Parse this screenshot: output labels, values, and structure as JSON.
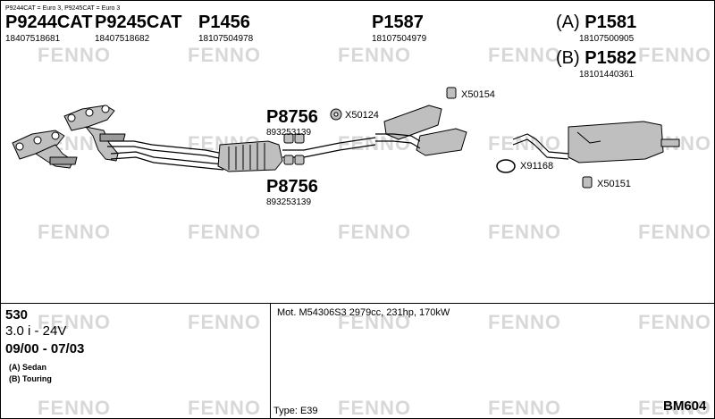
{
  "watermark": "FENNO",
  "header_note": "P9244CAT = Euro 3, P9245CAT = Euro 3",
  "parts": {
    "p9244": {
      "number": "P9244CAT",
      "oem": "18407518681"
    },
    "p9245": {
      "number": "P9245CAT",
      "oem": "18407518682"
    },
    "p1456": {
      "number": "P1456",
      "oem": "18107504978"
    },
    "p1587": {
      "number": "P1587",
      "oem": "18107504979"
    },
    "p1581": {
      "prefix": "(A)",
      "number": "P1581",
      "oem": "18107500905"
    },
    "p1582": {
      "prefix": "(B)",
      "number": "P1582",
      "oem": "18101440361"
    },
    "p8756_top": {
      "number": "P8756",
      "oem": "893253139"
    },
    "p8756_bottom": {
      "number": "P8756",
      "oem": "893253139"
    }
  },
  "fittings": {
    "x50154": "X50154",
    "x50124": "X50124",
    "x91168": "X91168",
    "x50151": "X50151"
  },
  "vehicle": {
    "model": "530",
    "engine": "3.0 i - 24V",
    "years": "09/00 - 07/03",
    "variant_a": "(A) Sedan",
    "variant_b": "(B) Touring"
  },
  "engine_info": {
    "motor": "Mot. M54306S3 2979cc, 231hp, 170kW",
    "type": "Type:  E39",
    "code": "BM604"
  },
  "colors": {
    "line": "#000000",
    "part_fill": "#bfbfbf",
    "watermark": "#d8d8d8"
  }
}
